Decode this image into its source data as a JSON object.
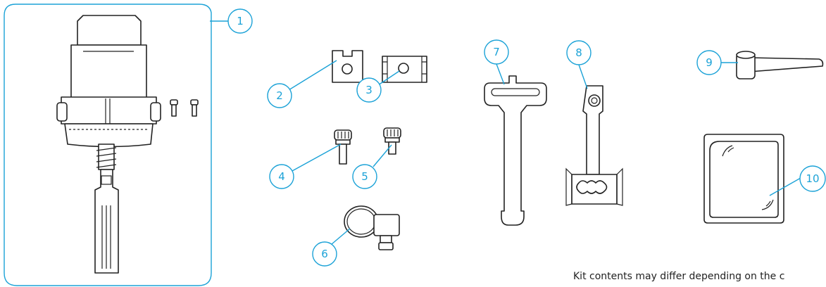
{
  "callouts": [
    "1",
    "2",
    "3",
    "4",
    "5",
    "6",
    "7",
    "8",
    "9",
    "10"
  ],
  "note": "Kit contents may differ depending on the c",
  "colors": {
    "accent": "#1ba2d7",
    "line": "#222222",
    "background": "#ffffff"
  },
  "parts": [
    {
      "number": "1",
      "icon": "gear-selector-assembly-icon"
    },
    {
      "number": "2",
      "icon": "square-bracket-icon"
    },
    {
      "number": "3",
      "icon": "clip-bracket-icon"
    },
    {
      "number": "4",
      "icon": "long-knurled-screw-icon"
    },
    {
      "number": "5",
      "icon": "short-knurled-screw-icon"
    },
    {
      "number": "6",
      "icon": "hose-clamp-icon"
    },
    {
      "number": "7",
      "icon": "mounting-bracket-icon"
    },
    {
      "number": "8",
      "icon": "lever-arm-icon"
    },
    {
      "number": "9",
      "icon": "wrench-icon"
    },
    {
      "number": "10",
      "icon": "adhesive-pad-icon"
    }
  ]
}
